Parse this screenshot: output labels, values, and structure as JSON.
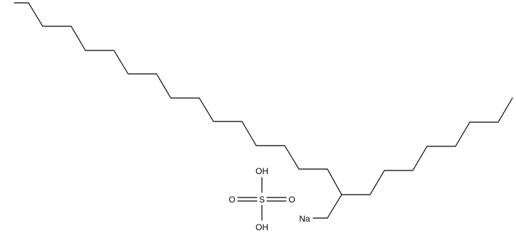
{
  "molecule": {
    "atoms": {
      "oh_top": "OH",
      "o_left": "O",
      "s_center": "S",
      "o_right": "O",
      "oh_bottom": "OH",
      "na": "Na"
    },
    "colors": {
      "bond": "#000000",
      "background": "#ffffff"
    }
  }
}
